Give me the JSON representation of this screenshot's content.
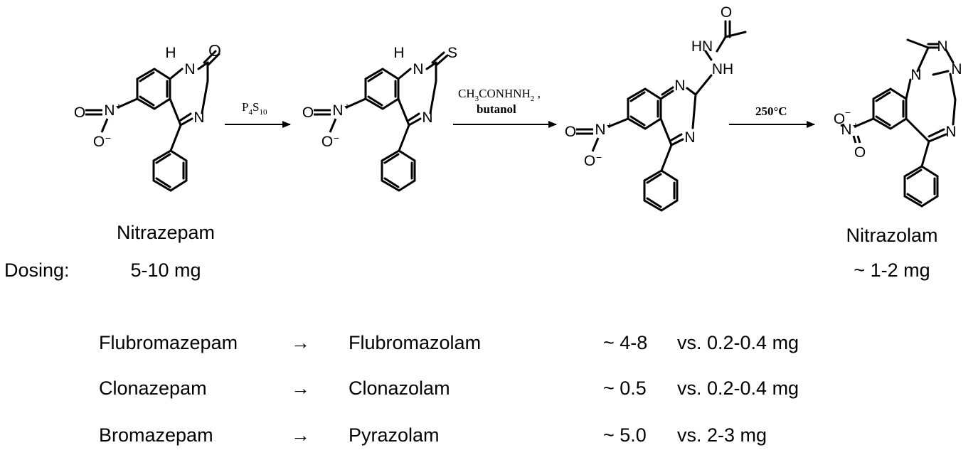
{
  "structures": {
    "s1": {
      "h": "H",
      "n1": "N",
      "o": "O",
      "n2": "N",
      "n3": "N",
      "plus": "+",
      "o_nitro": "O",
      "o_neg": "O",
      "minus": "−"
    },
    "s2": {
      "h": "H",
      "n1": "N",
      "s": "S",
      "n2": "N",
      "n3": "N",
      "plus": "+",
      "o_nitro": "O",
      "o_neg": "O",
      "minus": "−"
    },
    "s3": {
      "o": "O",
      "hn1": "HN",
      "nh": "NH",
      "n1": "N",
      "n2": "N",
      "n3": "N",
      "plus": "+",
      "o_nitro": "O",
      "o_neg": "O",
      "minus": "−"
    },
    "s4": {
      "n_a": "N",
      "n_b": "N",
      "n_c": "N",
      "n_d": "N",
      "n_e": "N",
      "plus": "+",
      "o_nitro": "O",
      "o_neg": "O",
      "minus": "−"
    }
  },
  "arrows": {
    "a1": {
      "reagent_main": "P",
      "sub1": "4",
      "reagent_mid": "S",
      "sub2": "10"
    },
    "a2": {
      "r1a": "CH",
      "r1b": "3",
      "r1c": "CONHNH",
      "r1d": "2",
      "r1e": " ,",
      "r2": "butanol"
    },
    "a3": {
      "label": "250°C"
    }
  },
  "labels": {
    "nitrazepam": "Nitrazepam",
    "dosing_label": "Dosing:",
    "nitrazepam_dose": "5-10 mg",
    "nitrazolam": "Nitrazolam",
    "nitrazolam_dose": "~ 1-2 mg"
  },
  "comparisons": [
    {
      "from": "Flubromazepam",
      "arrow": "→",
      "to": "Flubromazolam",
      "dose_from": "~ 4-8",
      "dose_to": "vs. 0.2-0.4 mg"
    },
    {
      "from": "Clonazepam",
      "arrow": "→",
      "to": "Clonazolam",
      "dose_from": "~ 0.5",
      "dose_to": "vs. 0.2-0.4 mg"
    },
    {
      "from": "Bromazepam",
      "arrow": "→",
      "to": "Pyrazolam",
      "dose_from": "~ 5.0",
      "dose_to": "vs. 2-3 mg"
    }
  ]
}
